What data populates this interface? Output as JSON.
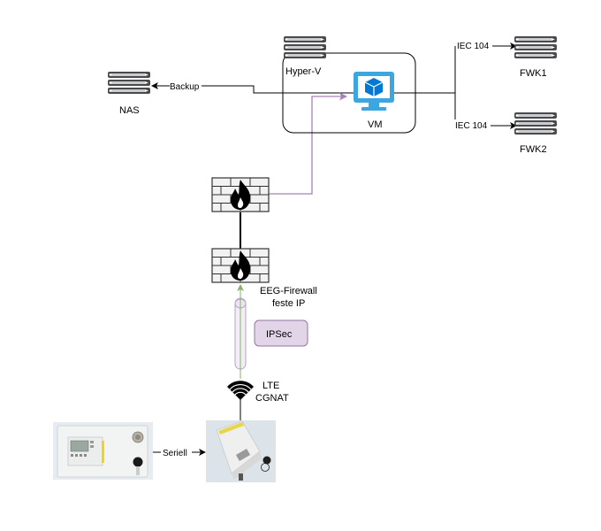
{
  "diagram": {
    "title": "Network topology",
    "nodes": {
      "nas": {
        "label": "NAS",
        "icon": "server-rack-icon"
      },
      "hyperv": {
        "label": "Hyper-V",
        "icon": "server-rack-icon"
      },
      "vm": {
        "label": "VM",
        "icon": "virtual-machine-icon"
      },
      "fwk1": {
        "label": "FWK1",
        "icon": "server-rack-icon"
      },
      "fwk2": {
        "label": "FWK2",
        "icon": "server-rack-icon"
      },
      "firewall_top": {
        "label": "",
        "icon": "firewall-icon"
      },
      "firewall_eeg": {
        "label_line1": "EEG-Firewall",
        "label_line2": "feste IP",
        "icon": "firewall-icon"
      },
      "ipsec": {
        "label": "IPSec"
      },
      "lte": {
        "label_line1": "LTE",
        "label_line2": "CGNAT",
        "icon": "wireless-signal-icon"
      },
      "meter_device": {
        "label": "",
        "icon": "meter-device-photo"
      },
      "modem_device": {
        "label": "",
        "icon": "lte-modem-photo"
      }
    },
    "edges": {
      "backup": {
        "label": "Backup"
      },
      "iec1": {
        "label": "IEC 104"
      },
      "iec2": {
        "label": "IEC 104"
      },
      "serial": {
        "label": "Seriell"
      }
    },
    "colors": {
      "line": "#000000",
      "purple_line": "#a680b8",
      "green_tunnel_line": "#82b366",
      "ipsec_fill": "#e1d5e7",
      "ipsec_stroke": "#9673a6",
      "vm_blue": "#3ba6e0",
      "vm_cube": "#0078d4",
      "server_dark": "#4a4a4a",
      "server_light": "#c9cdd1",
      "firewall_brick": "#f2f2f2"
    }
  }
}
